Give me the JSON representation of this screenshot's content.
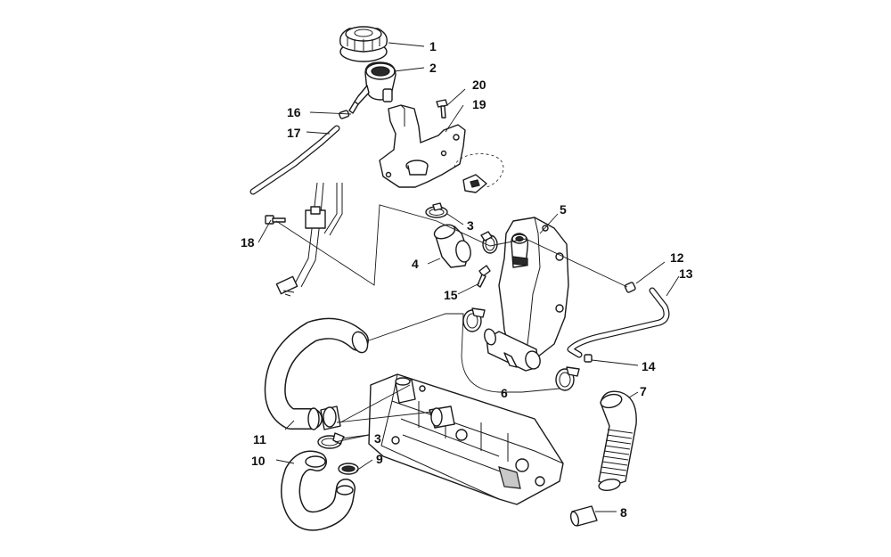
{
  "callouts": [
    {
      "id": "1",
      "label": "1"
    },
    {
      "id": "2",
      "label": "2"
    },
    {
      "id": "3a",
      "label": "3"
    },
    {
      "id": "3b",
      "label": "3"
    },
    {
      "id": "4",
      "label": "4"
    },
    {
      "id": "5",
      "label": "5"
    },
    {
      "id": "6",
      "label": "6"
    },
    {
      "id": "7",
      "label": "7"
    },
    {
      "id": "8",
      "label": "8"
    },
    {
      "id": "9",
      "label": "9"
    },
    {
      "id": "10",
      "label": "10"
    },
    {
      "id": "11",
      "label": "11"
    },
    {
      "id": "12",
      "label": "12"
    },
    {
      "id": "13",
      "label": "13"
    },
    {
      "id": "14",
      "label": "14"
    },
    {
      "id": "15",
      "label": "15"
    },
    {
      "id": "16",
      "label": "16"
    },
    {
      "id": "17",
      "label": "17"
    },
    {
      "id": "18",
      "label": "18"
    },
    {
      "id": "19",
      "label": "19"
    },
    {
      "id": "20",
      "label": "20"
    }
  ]
}
